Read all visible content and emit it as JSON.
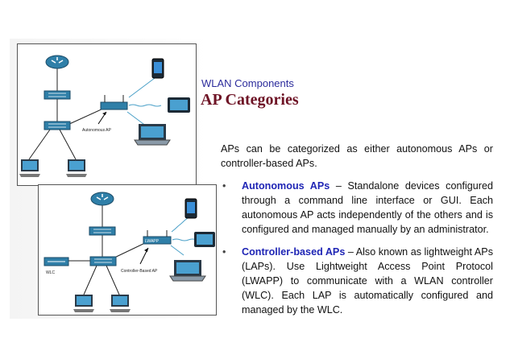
{
  "header": {
    "subtitle": "WLAN Components",
    "title": "AP Categories"
  },
  "content": {
    "intro": "APs can be categorized as either autonomous APs or controller-based APs.",
    "bullets": [
      {
        "term": "Autonomous APs",
        "text": " – Standalone devices configured through a command line interface or GUI. Each autonomous AP acts independently of the others and is configured and managed manually by an administrator."
      },
      {
        "term": "Controller-based APs",
        "text": " – Also known as lightweight APs (LAPs). Use Lightweight Access Point Protocol (LWAPP) to communicate with a WLAN controller (WLC). Each LAP is automatically configured and managed by the WLC."
      }
    ]
  },
  "diagram1": {
    "ap_label": "Autonomous AP"
  },
  "diagram2": {
    "wlc_label": "WLC",
    "ap_label": "Controller-Based AP",
    "lwapp_label": "LWAPP"
  },
  "colors": {
    "subtitle": "#2c2c9c",
    "title": "#6e1426",
    "term": "#1f25b5",
    "device": "#2f7fa8"
  }
}
